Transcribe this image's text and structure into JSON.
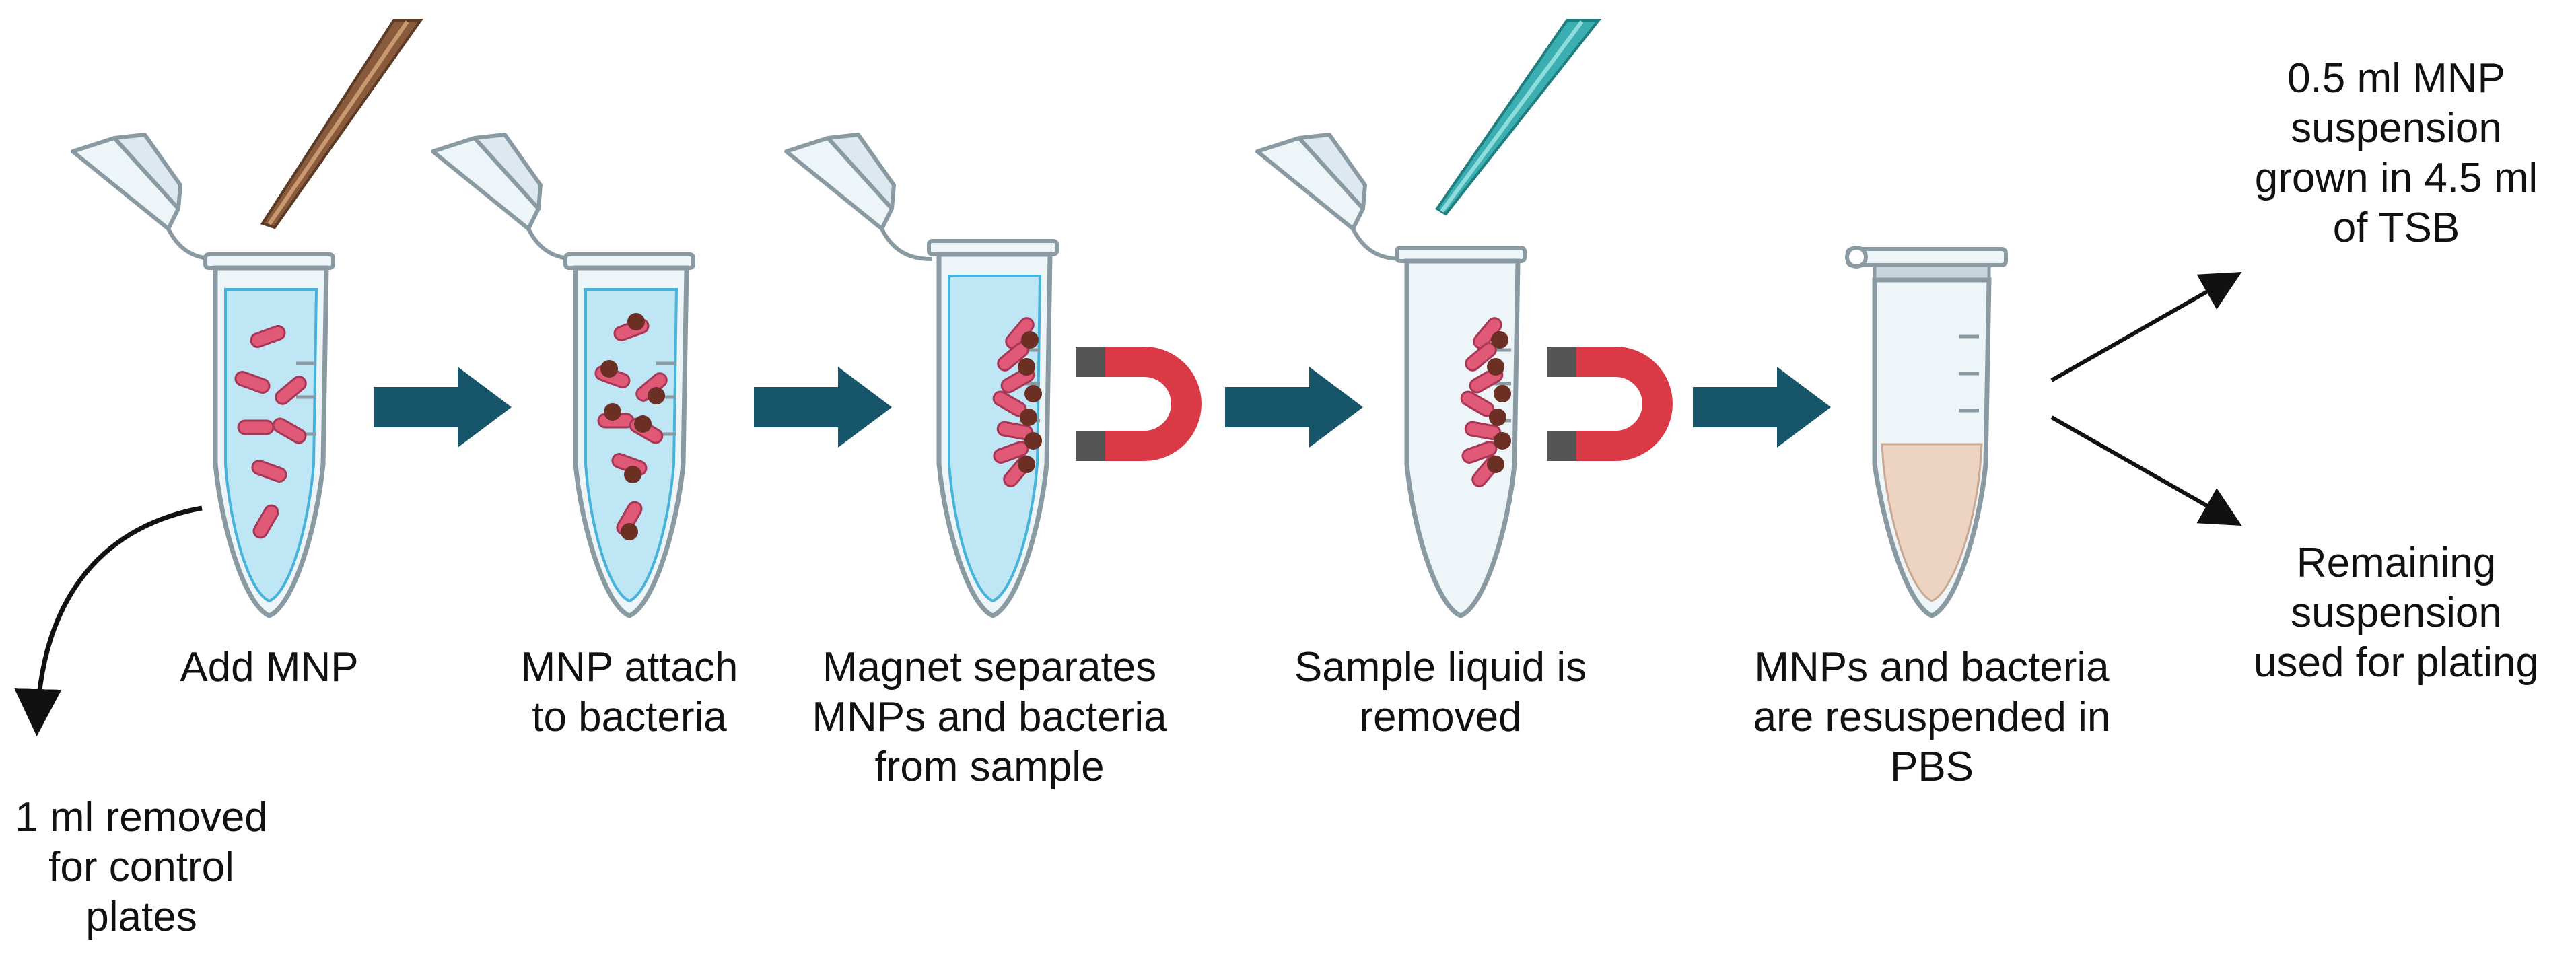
{
  "colors": {
    "arrow": "#17566a",
    "liquid_blue": "#bfe6f5",
    "liquid_pbs": "#ecd3c2",
    "tube_outline": "#8a9aa3",
    "tube_body": "#eef5f8",
    "bacteria": "#e05a78",
    "mnp": "#6b2f24",
    "magnet_red": "#d93a45",
    "magnet_tip": "#555555",
    "pipette_brown": "#8a5a3c",
    "pipette_teal": "#3aaeb0",
    "text": "#111111"
  },
  "steps": [
    {
      "lines": [
        "Add MNP"
      ],
      "icon": "tube-with-bacteria-and-pipette-icon"
    },
    {
      "lines": [
        "MNP attach",
        "to bacteria"
      ],
      "icon": "tube-with-mnp-bound-bacteria-icon"
    },
    {
      "lines": [
        "Magnet separates",
        "MNPs and bacteria",
        "from sample"
      ],
      "icon": "tube-with-magnet-icon"
    },
    {
      "lines": [
        "Sample liquid is",
        "removed"
      ],
      "icon": "tube-liquid-removed-icon"
    },
    {
      "lines": [
        "MNPs and bacteria",
        "are resuspended in",
        "PBS"
      ],
      "icon": "tube-resuspended-pbs-icon"
    }
  ],
  "control_label": {
    "lines": [
      "1 ml removed",
      "for control",
      "plates"
    ]
  },
  "branch_top": {
    "lines": [
      "0.5 ml MNP",
      "suspension",
      "grown in 4.5 ml",
      "of TSB"
    ]
  },
  "branch_bottom": {
    "lines": [
      "Remaining",
      "suspension",
      "used for plating"
    ]
  }
}
